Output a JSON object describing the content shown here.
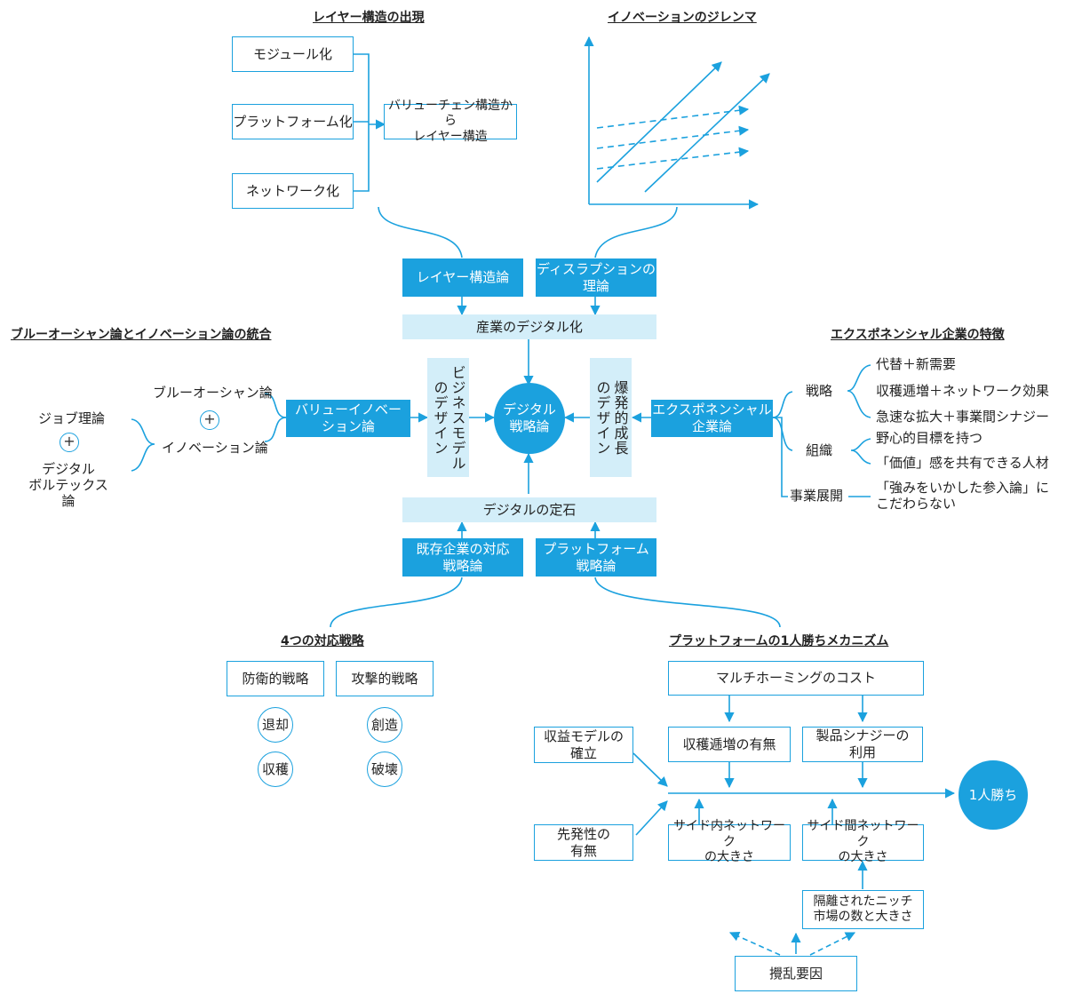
{
  "colors": {
    "accent": "#1ba1de",
    "light": "#d3eef9"
  },
  "headings": {
    "layer": "レイヤー構造の出現",
    "dilemma": "イノベーションのジレンマ",
    "blue_ocean": "ブルーオーシャン論とイノベーション論の統合",
    "exponential": "エクスポネンシャル企業の特徴",
    "four": "4つの対応戦略",
    "platform_win": "プラットフォームの1人勝ちメカニズム"
  },
  "layer": {
    "modular": "モジュール化",
    "platform": "プラットフォーム化",
    "network": "ネットワーク化",
    "result": "バリューチェン構造から\nレイヤー構造"
  },
  "center": {
    "layer_theory": "レイヤー構造論",
    "disruption": "ディスラプションの\n理論",
    "industry": "産業のデジタル化",
    "core": "デジタル\n戦略論",
    "bm_design": "ビジネスモデル\nのデザイン",
    "growth_design": "爆発的成長\nのデザイン",
    "standard": "デジタルの定石",
    "incumbent": "既存企業の対応\n戦略論",
    "platform_strategy": "プラットフォーム\n戦略論",
    "value_innovation": "バリューイノベー\nション論",
    "exponential_company": "エクスポネンシャル\n企業論"
  },
  "left": {
    "blue_ocean": "ブルーオーシャン論",
    "innovation": "イノベーション論",
    "job": "ジョブ理論",
    "digital_vortex": "デジタル\nボルテックス論",
    "plus": "+"
  },
  "right": {
    "strategy": "戦略",
    "strategy_items": [
      "代替＋新需要",
      "収穫逓増＋ネットワーク効果",
      "急速な拡大＋事業間シナジー"
    ],
    "org": "組織",
    "org_items": [
      "野心的目標を持つ",
      "「価値」感を共有できる人材"
    ],
    "biz": "事業展開",
    "biz_item": "「強みをいかした参入論」に\nこだわらない"
  },
  "four": {
    "defense": "防衛的戦略",
    "attack": "攻撃的戦略",
    "retreat": "退却",
    "harvest": "収穫",
    "create": "創造",
    "destroy": "破壊"
  },
  "platform": {
    "multihoming": "マルチホーミングのコスト",
    "revenue_model": "収益モデルの\n確立",
    "increasing_returns": "収穫逓増の有無",
    "synergy": "製品シナジーの\n利用",
    "first_mover": "先発性の\n有無",
    "intra_network": "サイド内ネットワーク\nの大きさ",
    "inter_network": "サイド間ネットワーク\nの大きさ",
    "niche": "隔離されたニッチ\n市場の数と大きさ",
    "disruption_factor": "攪乱要因",
    "winner": "1人勝ち"
  }
}
